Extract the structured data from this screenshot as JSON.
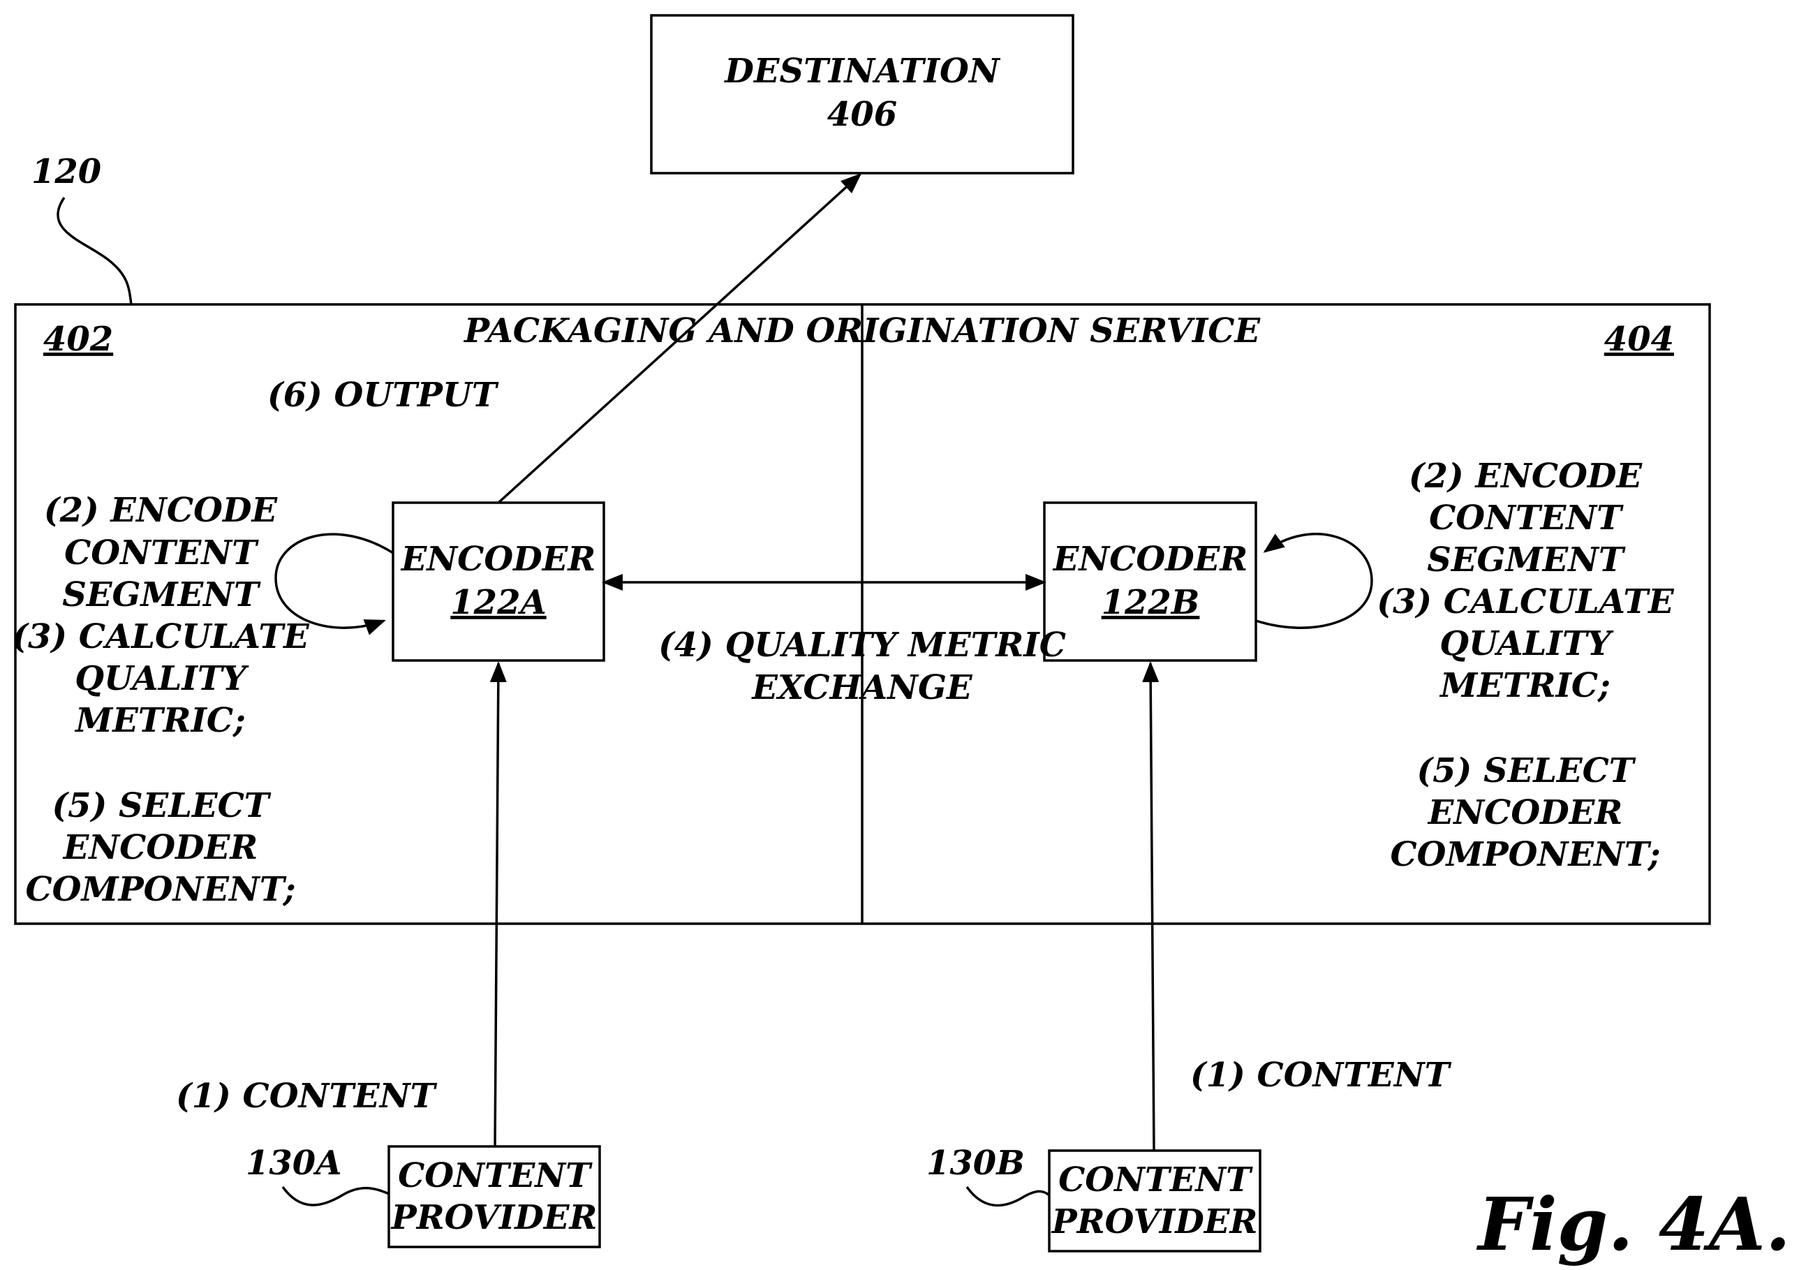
{
  "destination": {
    "title": "DESTINATION",
    "ref": "406"
  },
  "system_ref": "120",
  "service": {
    "title": "PACKAGING AND ORIGINATION SERVICE",
    "left_ref": "402",
    "right_ref": "404"
  },
  "encoder_a": {
    "title": "ENCODER",
    "ref": "122A"
  },
  "encoder_b": {
    "title": "ENCODER",
    "ref": "122B"
  },
  "output_label": "(6) OUTPUT",
  "exchange_label": [
    "(4) QUALITY METRIC",
    "EXCHANGE"
  ],
  "left_steps": [
    "(2) ENCODE",
    "CONTENT",
    "SEGMENT",
    "(3) CALCULATE",
    "QUALITY",
    "METRIC;",
    "(5) SELECT",
    "ENCODER",
    "COMPONENT;"
  ],
  "right_steps": [
    "(2) ENCODE",
    "CONTENT",
    "SEGMENT",
    "(3) CALCULATE",
    "QUALITY",
    "METRIC;",
    "(5) SELECT",
    "ENCODER",
    "COMPONENT;"
  ],
  "provider_a": {
    "ref": "130A",
    "lines": [
      "CONTENT",
      "PROVIDER"
    ],
    "content_label": "(1) CONTENT"
  },
  "provider_b": {
    "ref": "130B",
    "lines": [
      "CONTENT",
      "PROVIDER"
    ],
    "content_label": "(1) CONTENT"
  },
  "figure_label": "Fig. 4A."
}
